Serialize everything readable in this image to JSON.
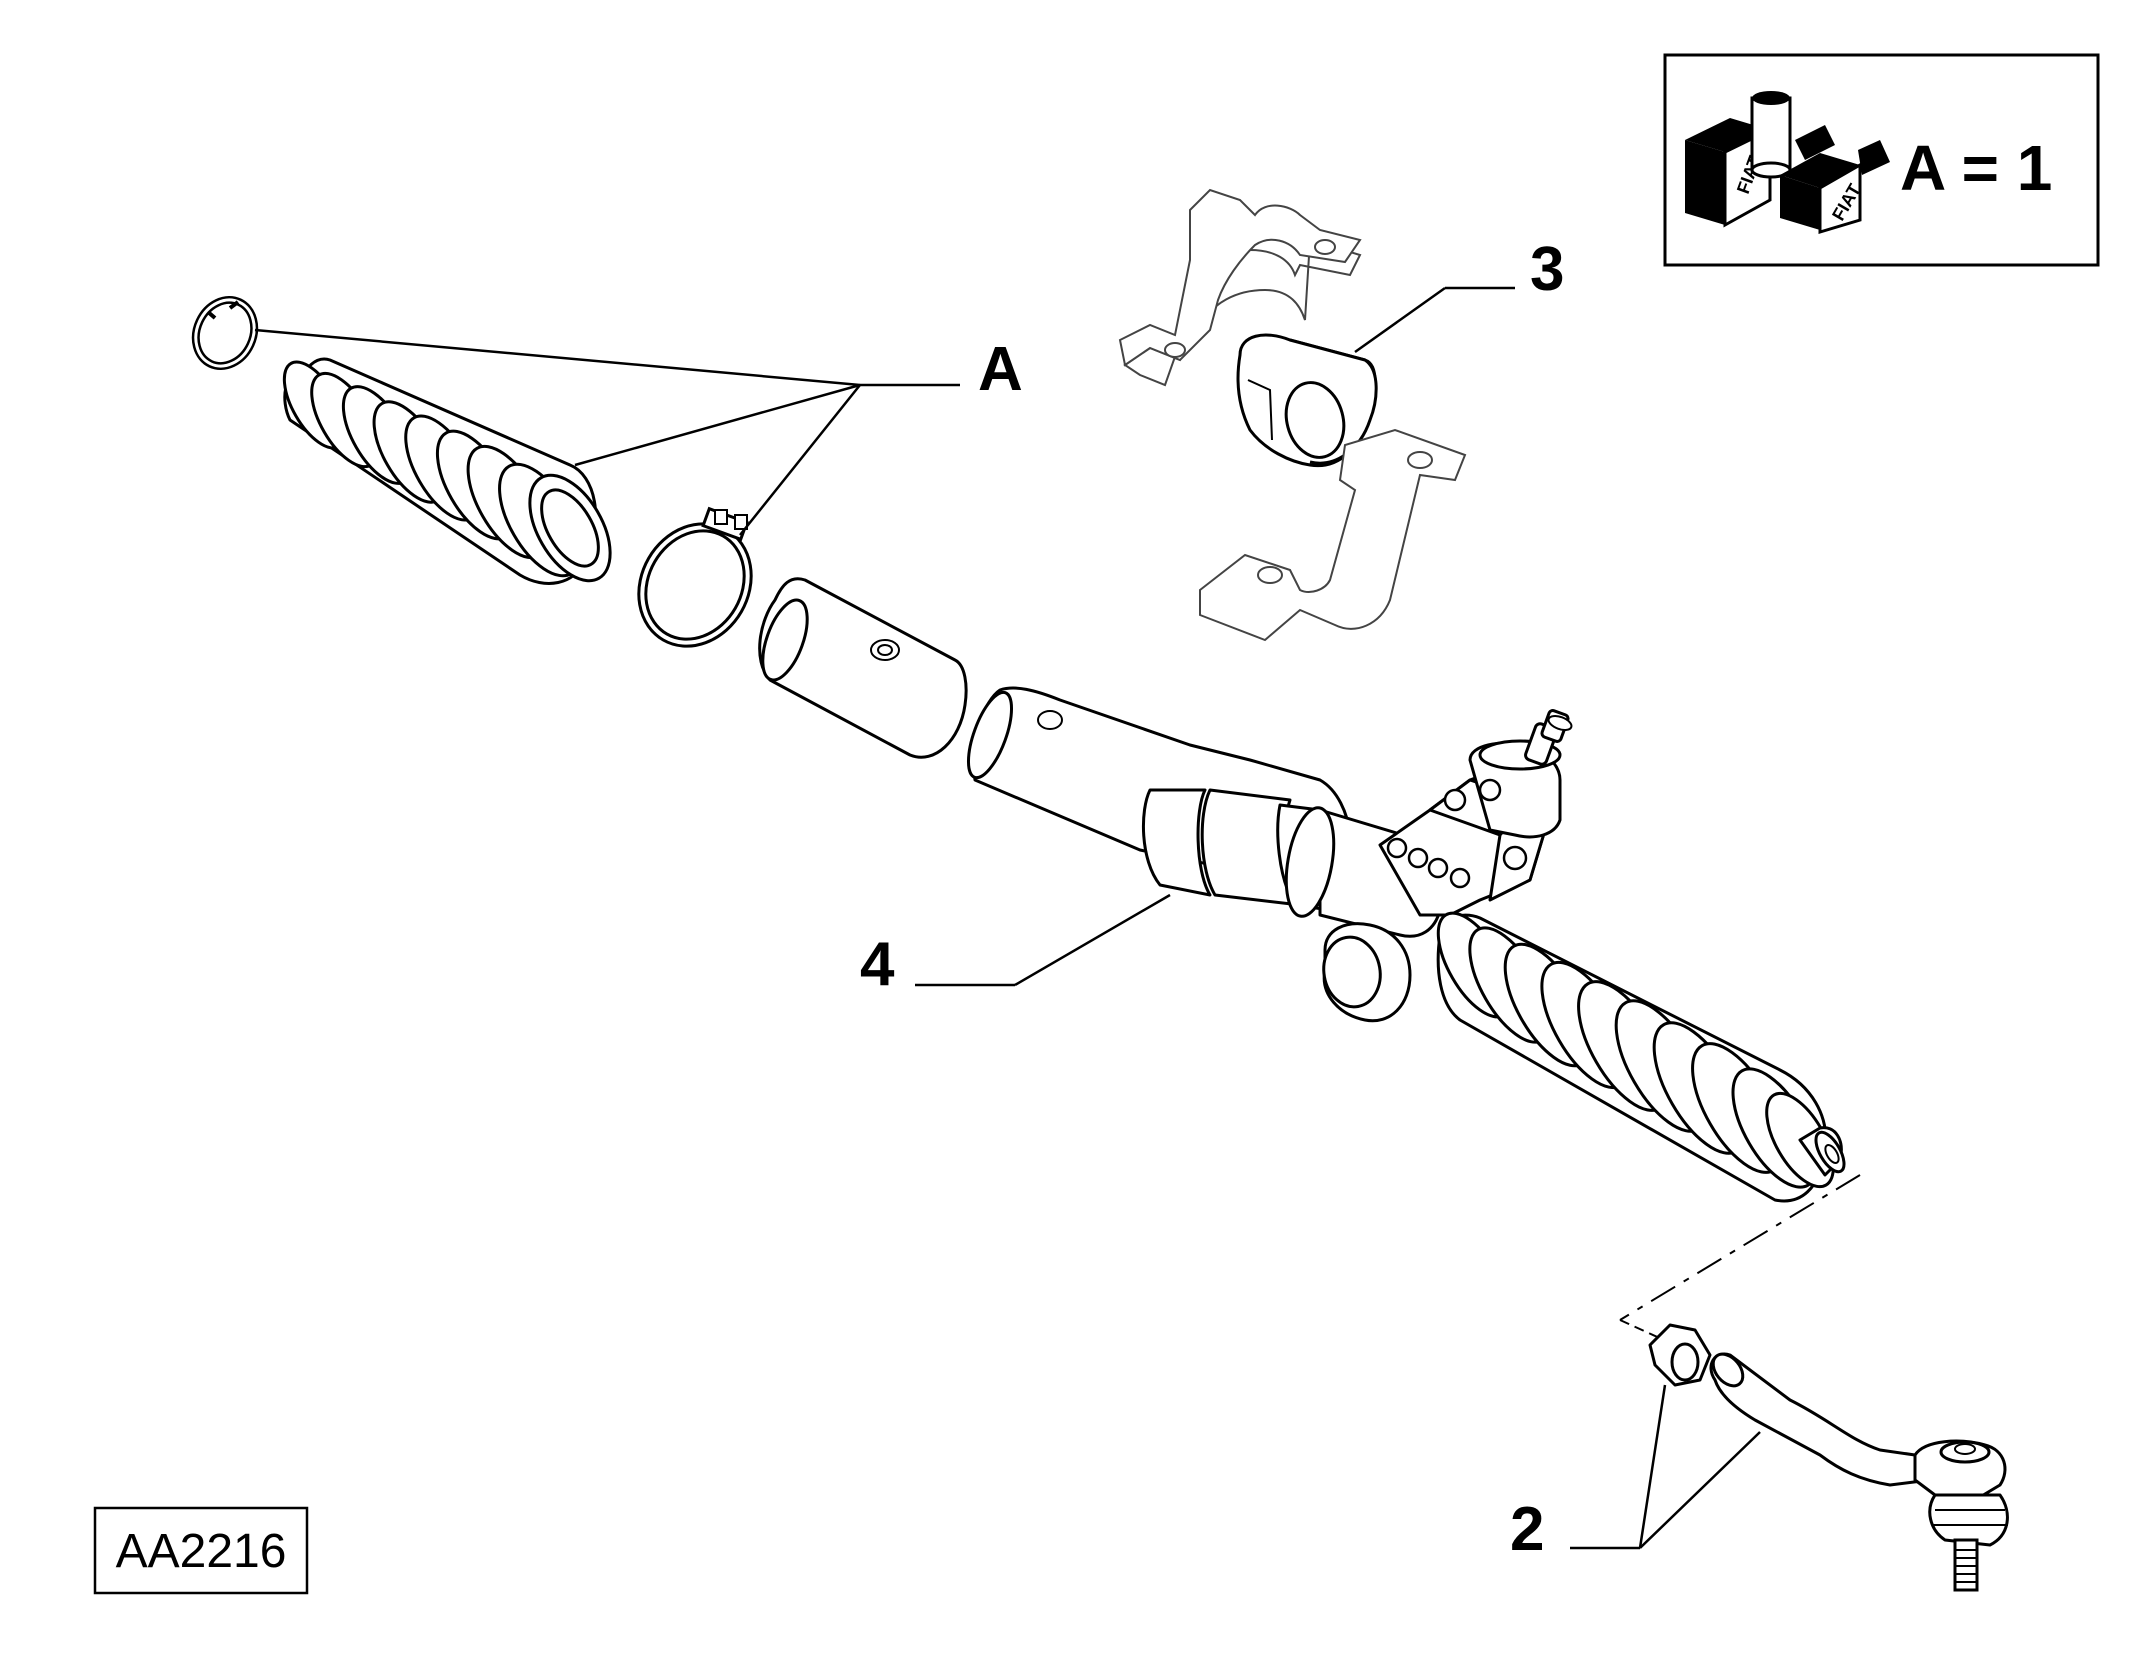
{
  "diagram": {
    "reference_code": "AA2216",
    "kit_box": {
      "label": "A = 1",
      "logo_text": "FIAT"
    },
    "callouts": {
      "group_a": "A",
      "part_2": "2",
      "part_3": "3",
      "part_4": "4"
    },
    "parts": [
      {
        "callout": "A",
        "name": "boot-kit"
      },
      {
        "callout": "2",
        "name": "tie-rod-end"
      },
      {
        "callout": "3",
        "name": "mounting-bushing"
      },
      {
        "callout": "4",
        "name": "steering-rack"
      }
    ]
  }
}
